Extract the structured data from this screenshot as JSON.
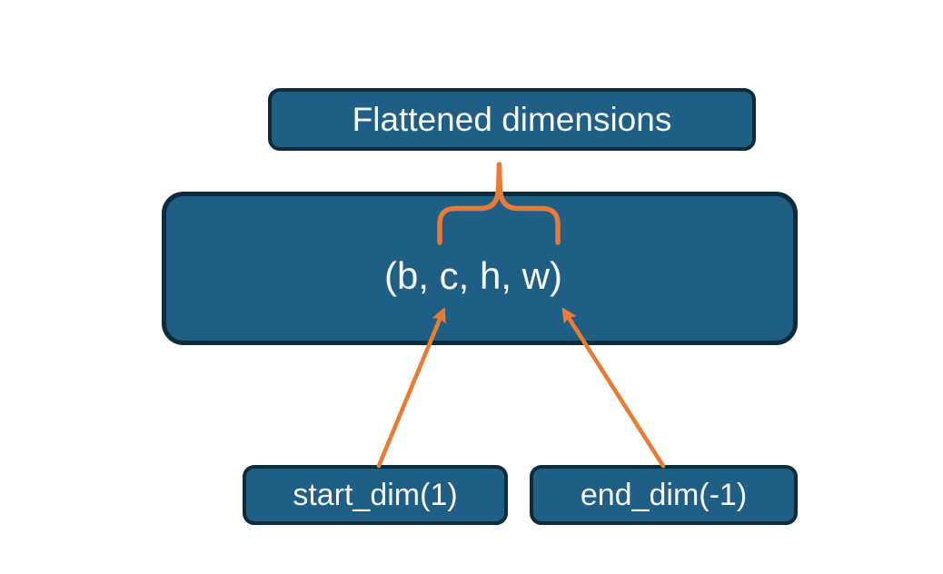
{
  "diagram": {
    "nodes": {
      "flattened": {
        "label": "Flattened dimensions"
      },
      "tensor": {
        "label": "(b, c, h, w)"
      },
      "start_dim": {
        "label": "start_dim(1)"
      },
      "end_dim": {
        "label": "end_dim(-1)"
      }
    }
  },
  "colors": {
    "background": "#ffffff",
    "node_fill": "#1f5e85",
    "node_border": "#0e2b3b",
    "accent": "#e87c35",
    "text": "#f7f9fa"
  }
}
